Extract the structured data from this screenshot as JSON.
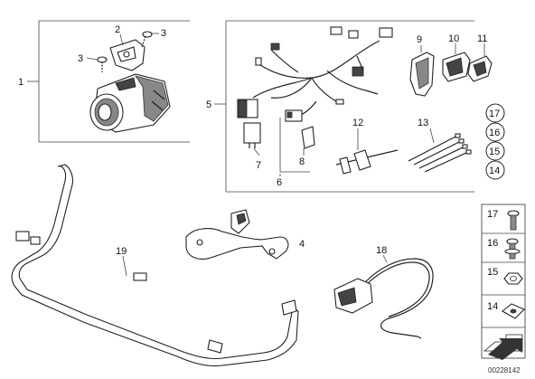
{
  "labels": {
    "p1": "1",
    "p2": "2",
    "p3a": "3",
    "p3b": "3",
    "p4": "4",
    "p5": "5",
    "p6": "6",
    "p7": "7",
    "p8": "8",
    "p9": "9",
    "p10": "10",
    "p11": "11",
    "p12": "12",
    "p13": "13",
    "p18": "18",
    "p19": "19"
  },
  "circled": {
    "c17": "17",
    "c16": "16",
    "c15": "15",
    "c14": "14"
  },
  "legend": {
    "l17": "17",
    "l16": "16",
    "l15": "15",
    "l14": "14"
  },
  "reference": "00228142"
}
